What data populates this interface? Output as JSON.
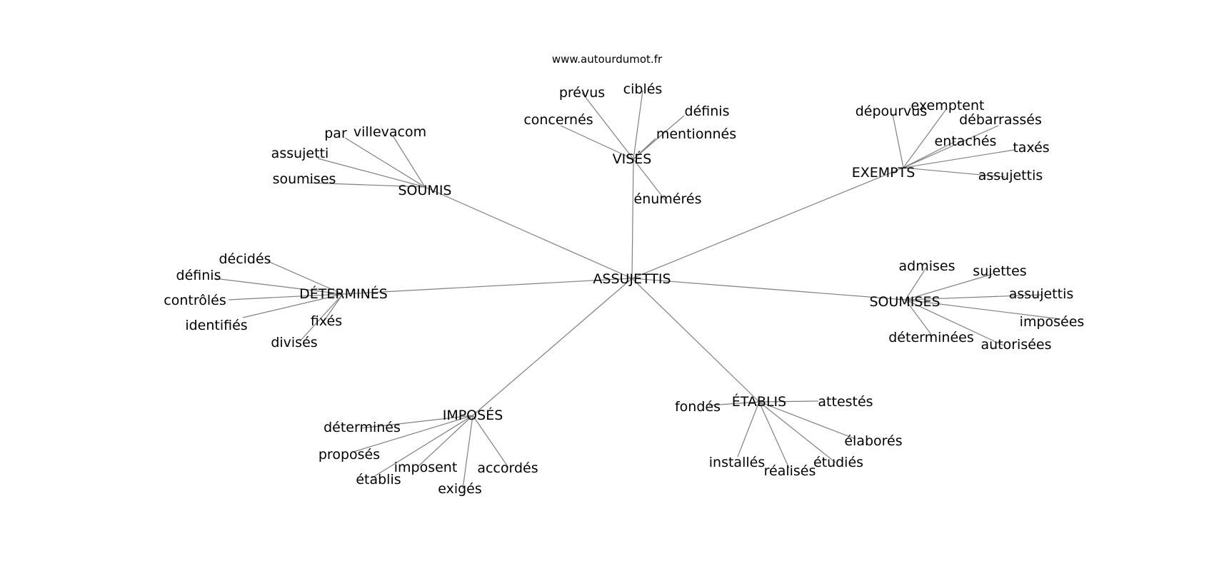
{
  "source": "www.autourdumot.fr",
  "center": "ASSUJETTIS",
  "hubs": [
    {
      "id": "vises",
      "label": "VISÉS",
      "leaves": [
        "prévus",
        "ciblés",
        "définis",
        "concernés",
        "mentionnés",
        "énumérés"
      ]
    },
    {
      "id": "exempts",
      "label": "EXEMPTS",
      "leaves": [
        "dépourvus",
        "exemptent",
        "débarrassés",
        "entachés",
        "taxés",
        "assujettis"
      ]
    },
    {
      "id": "soumis",
      "label": "SOUMIS",
      "leaves": [
        "par",
        "villevacom",
        "assujetti",
        "soumises"
      ]
    },
    {
      "id": "determines",
      "label": "DÉTERMINÉS",
      "leaves": [
        "décidés",
        "définis",
        "contrôlés",
        "identifiés",
        "fixés",
        "divisés"
      ]
    },
    {
      "id": "soumises",
      "label": "SOUMISES",
      "leaves": [
        "admises",
        "sujettes",
        "assujettis",
        "imposées",
        "déterminées",
        "autorisées"
      ]
    },
    {
      "id": "etablis",
      "label": "ÉTABLIS",
      "leaves": [
        "fondés",
        "attestés",
        "élaborés",
        "installés",
        "réalisés",
        "étudiés"
      ]
    },
    {
      "id": "imposes",
      "label": "IMPOSÉS",
      "leaves": [
        "déterminés",
        "proposés",
        "imposent",
        "établis",
        "exigés",
        "accordés"
      ]
    }
  ]
}
